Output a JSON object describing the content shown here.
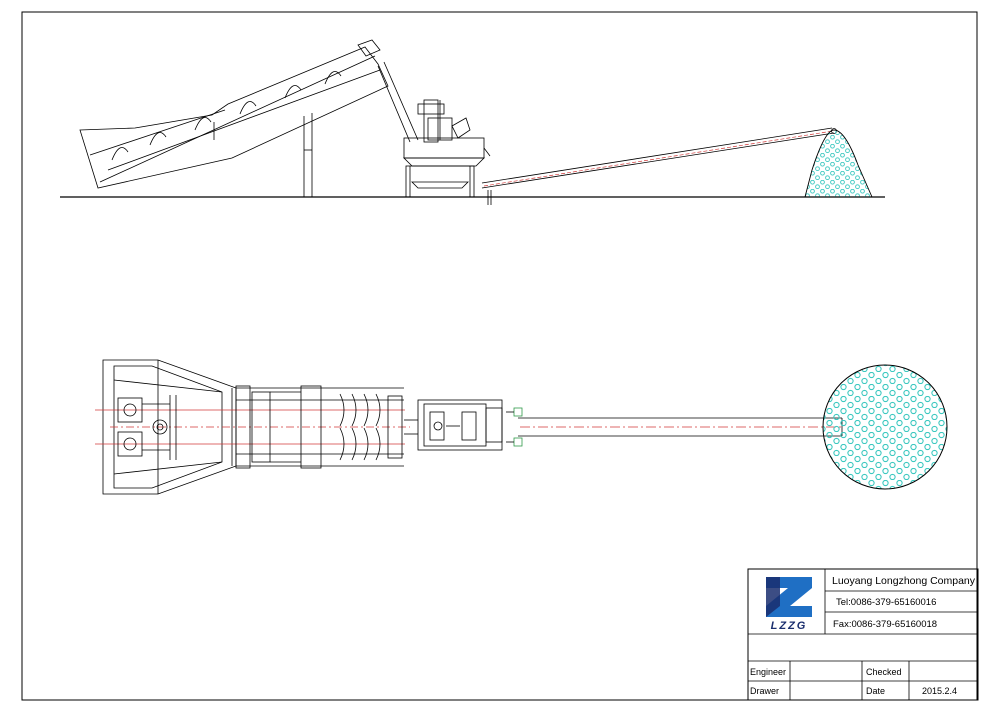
{
  "title_block": {
    "company": "Luoyang Longzhong Company",
    "tel": "Tel:0086-379-65160016",
    "fax": "Fax:0086-379-65160018",
    "logo_text": "LZZG",
    "engineer_label": "Engineer",
    "checked_label": "Checked",
    "drawer_label": "Drawer",
    "date_label": "Date",
    "date_value": "2015.2.4"
  },
  "colors": {
    "line": "#000000",
    "centerline": "#d23a3a",
    "pile": "#3cc8c0",
    "logo_blue": "#1f6fc4",
    "logo_dark": "#1a2e6e",
    "joint_green": "#2f9a4a"
  }
}
